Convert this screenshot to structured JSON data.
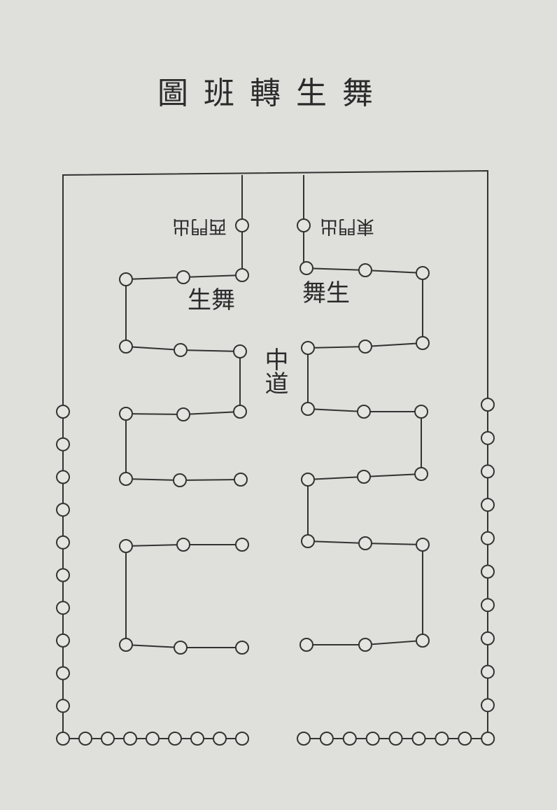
{
  "title": "舞生轉班圖",
  "labels": {
    "center_path": "中道",
    "dancers_left": "舞生",
    "dancers_right": "舞生",
    "gate_left": "西門出",
    "gate_right": "東門出"
  }
}
